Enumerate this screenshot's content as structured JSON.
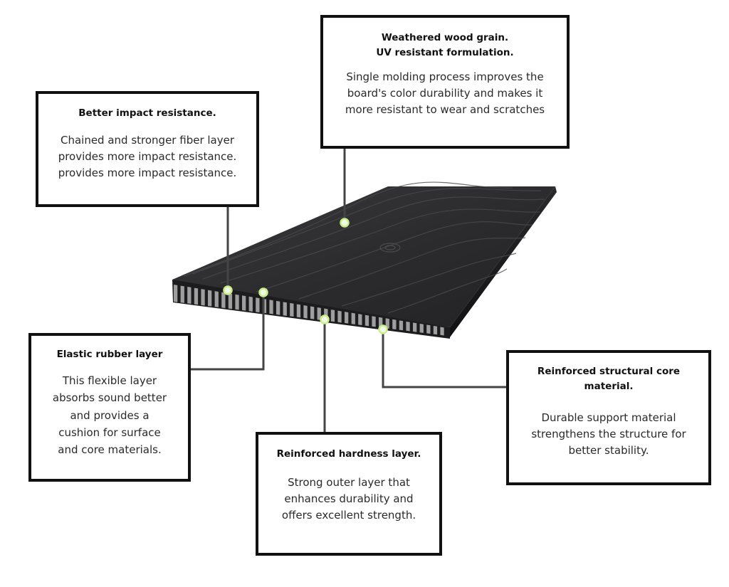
{
  "callouts": {
    "weathered": {
      "title_line1": "Weathered wood grain.",
      "title_line2": "UV resistant formulation.",
      "body": [
        "Single molding process improves the",
        "board's color durability and makes it",
        "more resistant to wear and scratches"
      ]
    },
    "impact": {
      "title": "Better impact resistance.",
      "body": [
        "Chained and stronger fiber layer",
        "provides more impact resistance.",
        "provides more impact resistance."
      ]
    },
    "rubber": {
      "title": "Elastic rubber layer",
      "body": [
        "This flexible layer",
        "absorbs sound better",
        "and provides a",
        "cushion for surface",
        "and core materials."
      ]
    },
    "core": {
      "title_line1": "Reinforced structural core",
      "title_line2": "material.",
      "body": [
        "Durable support material",
        "strengthens the structure for",
        "better stability."
      ]
    },
    "hardness": {
      "title": "Reinforced hardness layer.",
      "body": [
        "Strong outer layer that",
        "enhances durability and",
        "offers excellent strength."
      ]
    }
  },
  "colors": {
    "board_top": "#2b2b2d",
    "board_edge": "#1c1c1e",
    "core_stripe_light": "#9e9e9e",
    "core_stripe_dark": "#1a1a1a",
    "marker": "#c8f08a",
    "leader": "#444444",
    "box_border": "#111111"
  }
}
